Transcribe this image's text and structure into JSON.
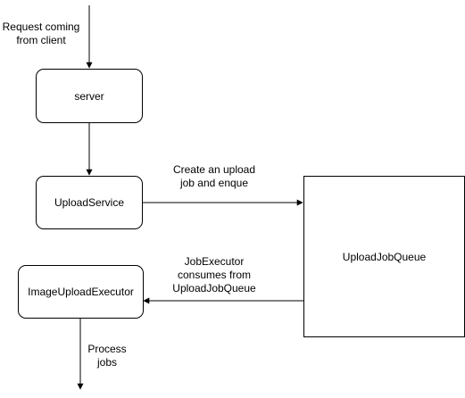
{
  "nodes": {
    "server": "server",
    "upload_service": "UploadService",
    "upload_job_queue": "UploadJobQueue",
    "image_upload_executor": "ImageUploadExecutor"
  },
  "edge_labels": {
    "request_from_client": "Request coming\nfrom client",
    "create_upload_job": "Create an upload\njob and enque",
    "executor_consumes": "JobExecutor\nconsumes from\nUploadJobQueue",
    "process_jobs": "Process\njobs"
  },
  "colors": {
    "stroke": "#000000",
    "fill": "#ffffff"
  }
}
